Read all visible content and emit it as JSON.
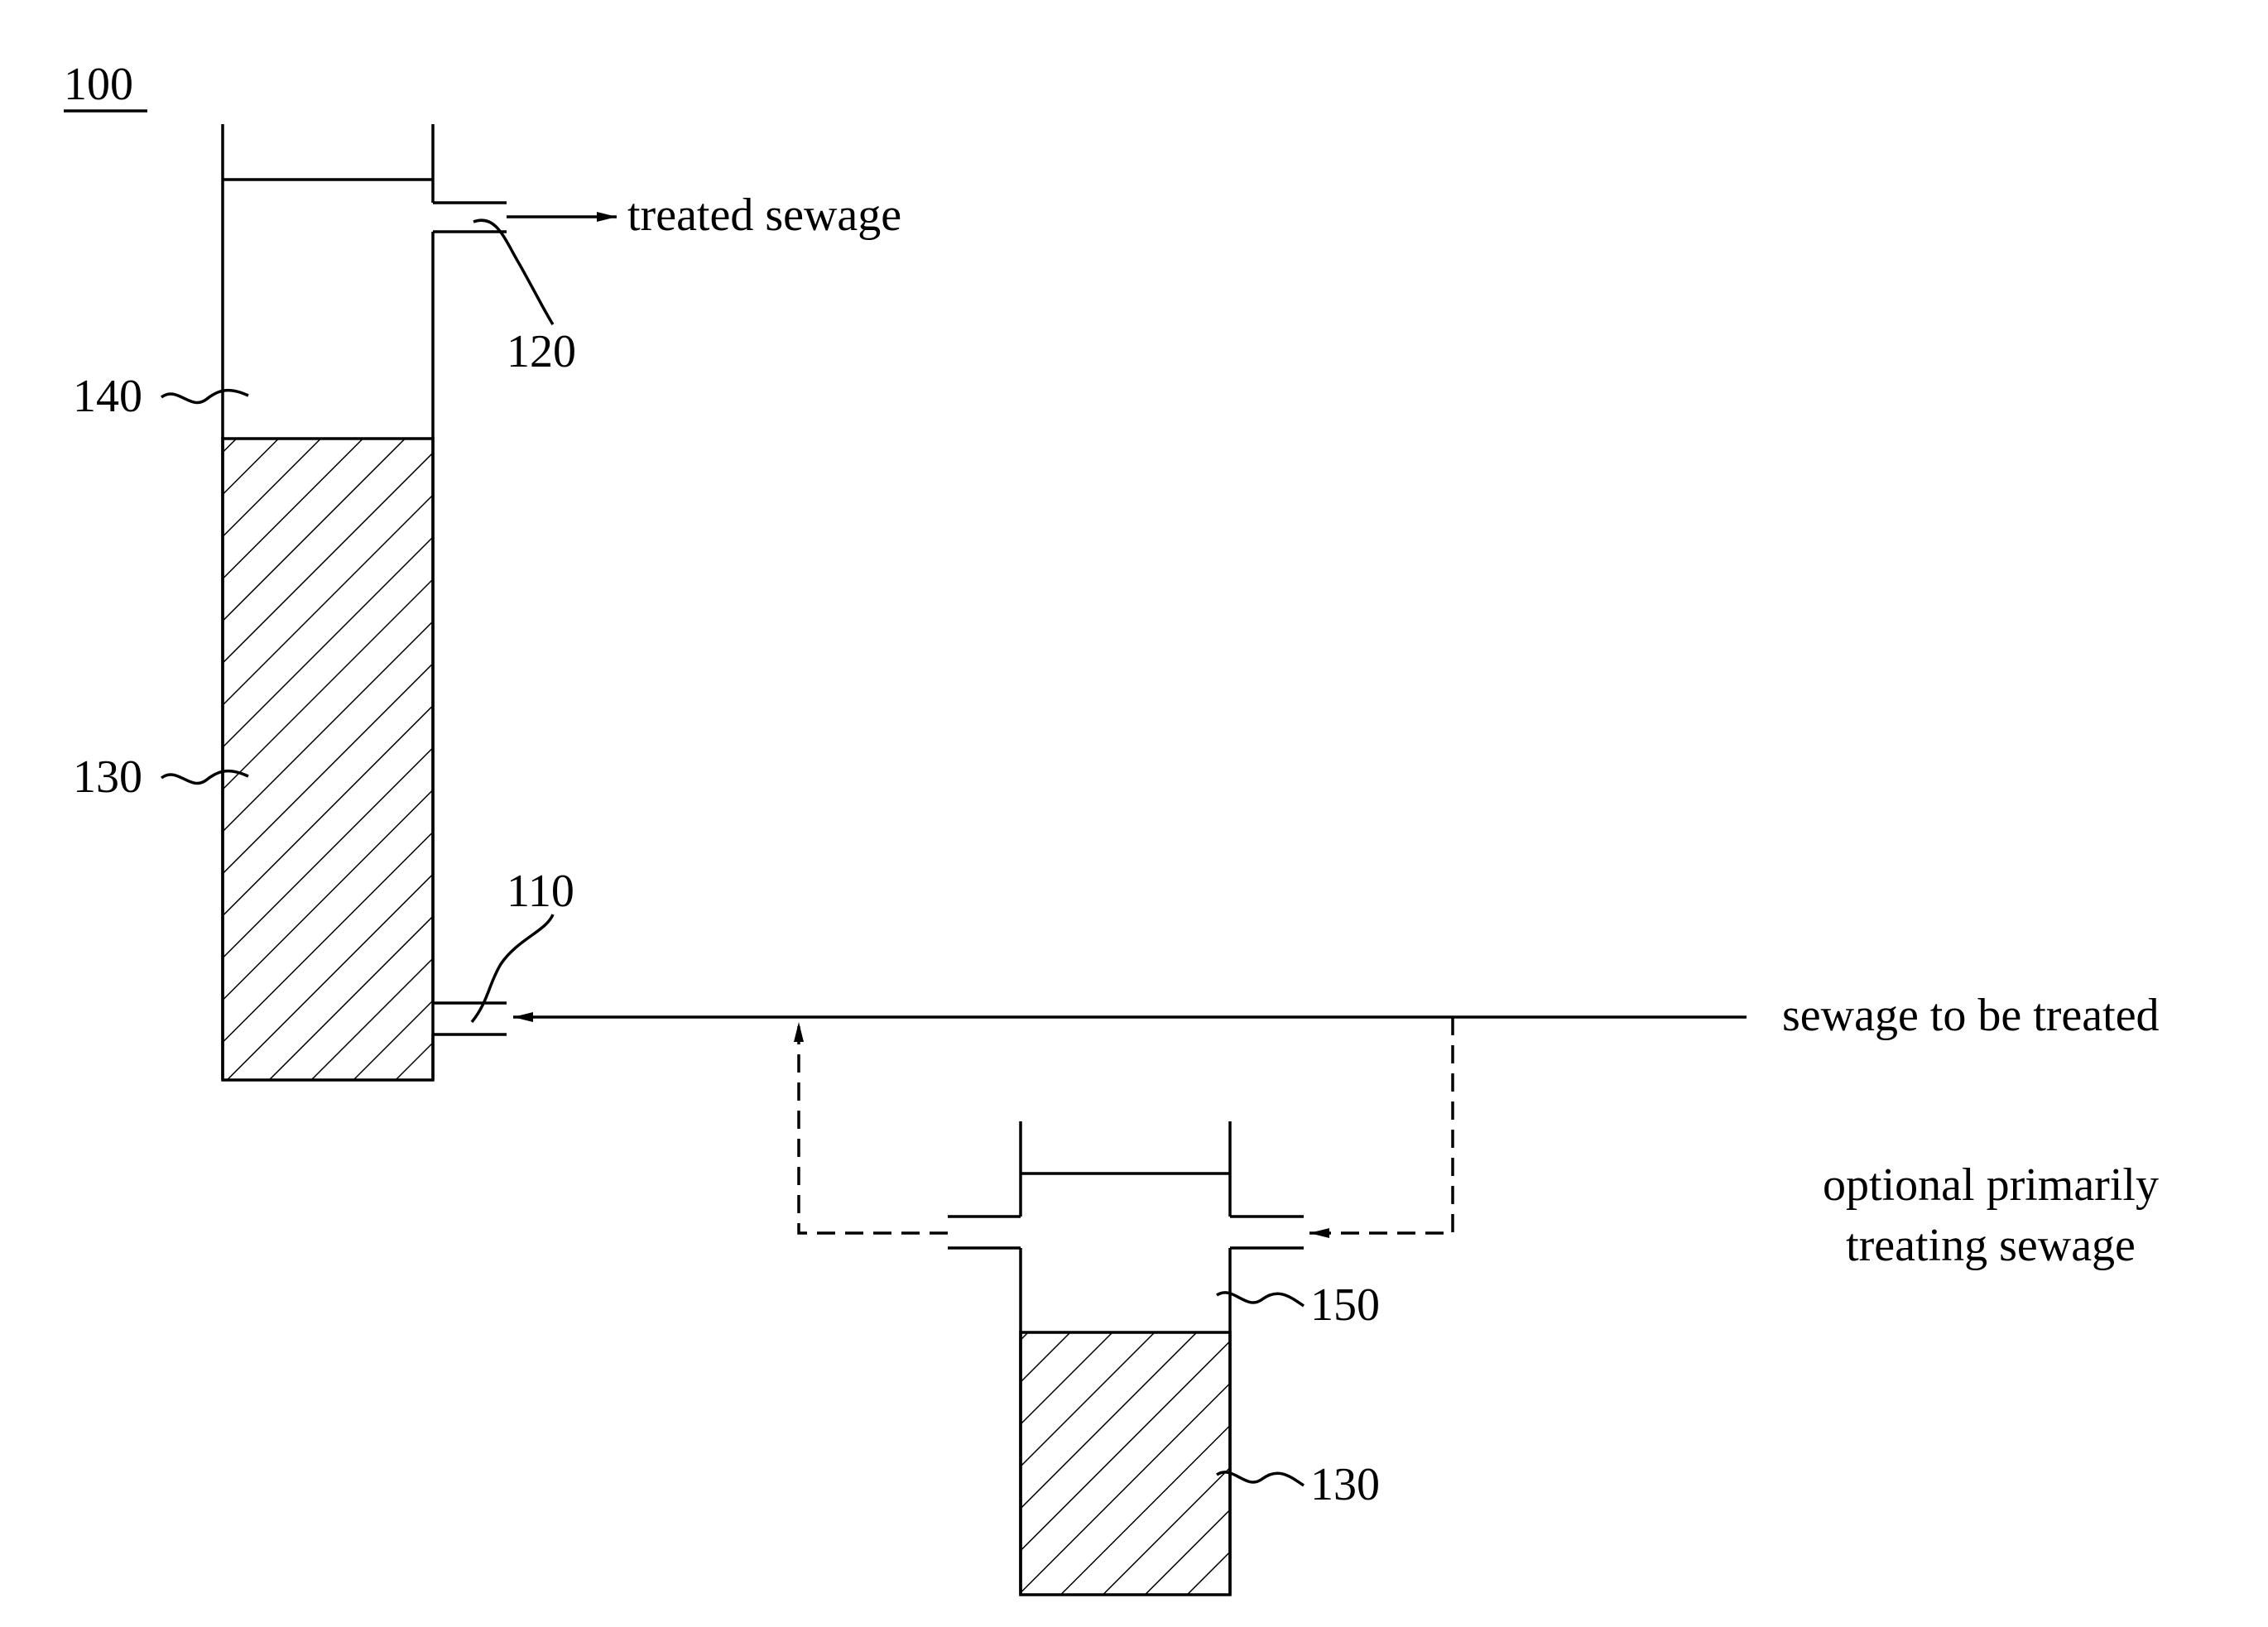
{
  "figure_ref": "100",
  "labels": {
    "outlet_text": "treated sewage",
    "inlet_text": "sewage to be treated",
    "optional_line1": "optional primarily",
    "optional_line2": "treating sewage"
  },
  "refs": {
    "outlet": "120",
    "upper_space": "140",
    "media_main": "130",
    "inlet": "110",
    "tank_space": "150",
    "media_tank": "130"
  }
}
